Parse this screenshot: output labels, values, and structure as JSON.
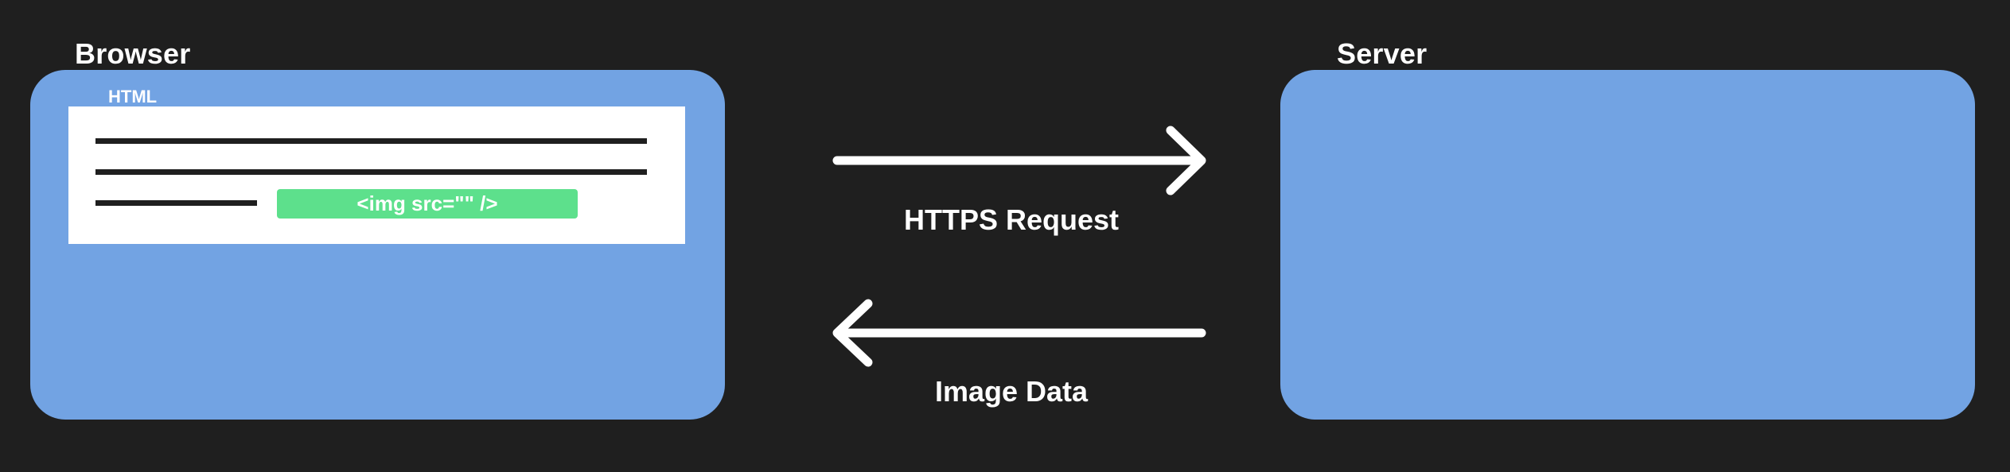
{
  "browser": {
    "title": "Browser",
    "html_label": "HTML",
    "img_tag": "<img src=\"\" />"
  },
  "server": {
    "title": "Server"
  },
  "arrows": {
    "request_label": "HTTPS Request",
    "response_label": "Image Data"
  },
  "colors": {
    "background": "#1f1f1f",
    "panel": "#72a3e3",
    "document": "#ffffff",
    "img_tag": "#5de08c",
    "text": "#ffffff"
  }
}
